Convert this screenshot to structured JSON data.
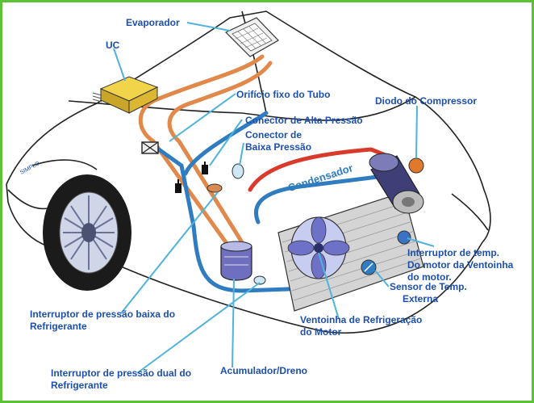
{
  "diagram": {
    "colors": {
      "label_text": "#1c4fae",
      "frame": "#5cc235",
      "high_pressure_line": "#e0894a",
      "low_pressure_line": "#2f7cc0",
      "hot_line": "#d93a2a",
      "leader_line": "#4fb3dc",
      "unit_box": "#e8c23a"
    },
    "car_badge": "SIMPLO",
    "labels": {
      "evaporador": "Evaporador",
      "uc": "UC",
      "orificio": "Orifício  fixo do Tubo",
      "conector_alta": "Conector de Alta Pressão",
      "conector_baixa_1": "Conector de",
      "conector_baixa_2": "Baixa Pressão",
      "diodo": "Diodo do Compressor",
      "condensador": "Condensador",
      "interruptor_temp_1": "Interruptor de temp.",
      "interruptor_temp_2": "Do motor da Ventoinha",
      "interruptor_temp_3": "do motor.",
      "sensor_1": "Sensor de Temp.",
      "sensor_2": "Externa",
      "ventoinha_1": "Ventoinha de Refrigeração",
      "ventoinha_2": "do Motor",
      "acumulador": "Acumulador/Dreno",
      "int_baixa_1": "Interruptor de pressão baixa do",
      "int_baixa_2": "Refrigerante",
      "int_dual_1": "Interruptor de pressão dual do",
      "int_dual_2": "Refrigerante"
    }
  }
}
